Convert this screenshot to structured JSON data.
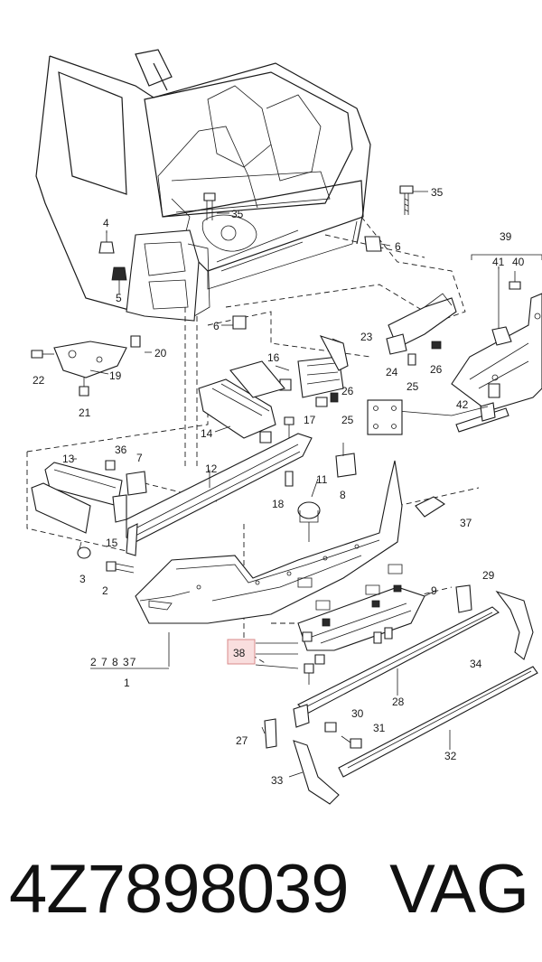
{
  "footer": {
    "part_number": "4Z7898039",
    "brand": "VAG"
  },
  "diagram": {
    "highlight_label": "38",
    "highlight_color": "#f9dede",
    "callouts": [
      "35",
      "35",
      "4",
      "5",
      "6",
      "6",
      "39",
      "41",
      "40",
      "20",
      "22",
      "19",
      "21",
      "16",
      "23",
      "24",
      "26",
      "25",
      "26",
      "14",
      "17",
      "25",
      "42",
      "13",
      "36",
      "7",
      "12",
      "11",
      "8",
      "15",
      "18",
      "37",
      "3",
      "2",
      "9",
      "29",
      "1",
      "2 7 8 37",
      "34",
      "28",
      "30",
      "31",
      "27",
      "32",
      "33"
    ]
  }
}
